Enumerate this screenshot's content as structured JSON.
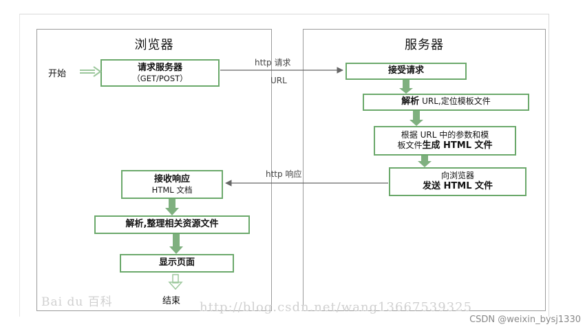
{
  "browser": {
    "title": "浏览器",
    "start_label": "开始",
    "request_box": {
      "line1": "请求服务器",
      "line2": "（GET/POST）"
    },
    "receive_box": {
      "line1": "接收响应",
      "line2": "HTML 文档"
    },
    "parse_box": "解析,整理相关资源文件",
    "display_box": "显示页面",
    "end_label": "结束"
  },
  "server": {
    "title": "服务器",
    "accept_box": "接受请求",
    "parse_box": {
      "bold1": "解析",
      "normal": " URL,定位模板文件"
    },
    "generate_box": {
      "line1": "根据 URL 中的参数和模",
      "line2_normal": "板文件",
      "line2_bold": "生成 HTML 文件"
    },
    "send_box": {
      "line1": "向浏览器",
      "line2": "发送 HTML 文件"
    }
  },
  "connectors": {
    "request_label": "http 请求",
    "url_label": "URL",
    "response_label": "http 响应"
  },
  "watermarks": {
    "baidu": "Bai du 百科",
    "url": "http://blog.csdn.net/wang13667539325"
  },
  "credit": "CSDN @weixin_bysj1330",
  "colors": {
    "box_border": "#6aa86a",
    "flow_arrow": "#7fb07f",
    "panel_border": "#9a9a9a",
    "connector": "#666666"
  }
}
